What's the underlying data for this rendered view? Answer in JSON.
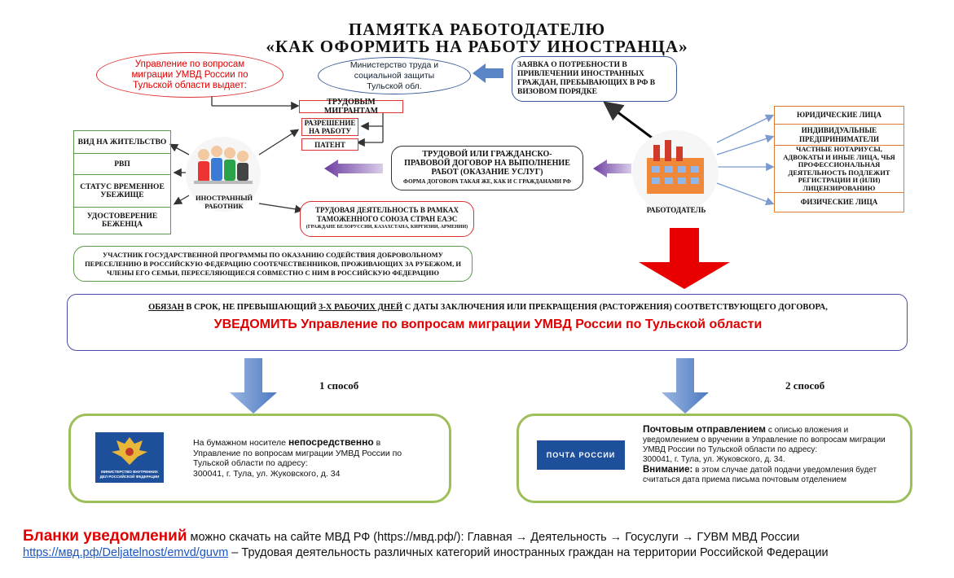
{
  "title": {
    "line1": "ПАМЯТКА РАБОТОДАТЕЛЮ",
    "line2": "«КАК ОФОРМИТЬ НА РАБОТУ ИНОСТРАНЦА»"
  },
  "umvd_ellipse": "Управление по вопросам миграции УМВД России по Тульской области выдает:",
  "ministry_ellipse": "Министерство труда и социальной защиты Тульской обл.",
  "application_box": "ЗАЯВКА О ПОТРЕБНОСТИ В ПРИВЛЕЧЕНИИ ИНОСТРАННЫХ ГРАЖДАН, ПРЕБЫВАЮЩИХ В РФ В ВИЗОВОМ ПОРЯДКЕ",
  "labor_migrants": "ТРУДОВЫМ МИГРАНТАМ",
  "work_permit": "РАЗРЕШЕНИЕ НА РАБОТУ",
  "patent": "ПАТЕНТ",
  "documents_list": [
    "ВИД НА ЖИТЕЛЬСТВО",
    "РВП",
    "СТАТУС ВРЕМЕННОЕ УБЕЖИЩЕ",
    "УДОСТОВЕРЕНИЕ БЕЖЕНЦА"
  ],
  "worker_label": "ИНОСТРАННЫЙ РАБОТНИК",
  "contract_box": {
    "main": "ТРУДОВОЙ ИЛИ ГРАЖДАНСКО-ПРАВОВОЙ ДОГОВОР НА ВЫПОЛНЕНИЕ РАБОТ (ОКАЗАНИЕ УСЛУГ)",
    "sub": "ФОРМА ДОГОВОРА ТАКАЯ ЖЕ, КАК И С ГРАЖДАНАМИ РФ"
  },
  "eaeu_box": {
    "main": "ТРУДОВАЯ ДЕЯТЕЛЬНОСТЬ В РАМКАХ ТАМОЖЕННОГО СОЮЗА СТРАН ЕАЭС",
    "sub": "(ГРАЖДАНЕ БЕЛОРУССИИ, КАЗАХСТАНА, КИРГИЗИИ, АРМЕНИИ)"
  },
  "employer_label": "РАБОТОДАТЕЛЬ",
  "employer_types": [
    "ЮРИДИЧЕСКИЕ ЛИЦА",
    "ИНДИВИДУАЛЬНЫЕ ПРЕДПРИНИМАТЕЛИ",
    "ЧАСТНЫЕ НОТАРИУСЫ, АДВОКАТЫ И ИНЫЕ ЛИЦА, ЧЬЯ ПРОФЕССИОНАЛЬНАЯ ДЕЯТЕЛЬНОСТЬ ПОДЛЕЖИТ РЕГИСТРАЦИИ И (ИЛИ) ЛИЦЕНЗИРОВАНИЮ",
    "ФИЗИЧЕСКИЕ ЛИЦА"
  ],
  "program_box": "УЧАСТНИК ГОСУДАРСТВЕННОЙ ПРОГРАММЫ ПО ОКАЗАНИЮ СОДЕЙСТВИЯ ДОБРОВОЛЬНОМУ ПЕРЕСЕЛЕНИЮ В РОССИЙСКУЮ ФЕДЕРАЦИЮ СООТЕЧЕСТВЕННИКОВ, ПРОЖИВАЮЩИХ ЗА РУБЕЖОМ, И ЧЛЕНЫ ЕГО СЕМЬИ, ПЕРЕСЕЛЯЮЩИЕСЯ СОВМЕСТНО С НИМ В РОССИЙСКУЮ ФЕДЕРАЦИЮ",
  "obligation": {
    "word1": "ОБЯЗАН",
    "part2": " В СРОК, НЕ ПРЕВЫШАЮЩИЙ ",
    "days": "3-Х РАБОЧИХ ДНЕЙ",
    "part3": " С ДАТЫ ЗАКЛЮЧЕНИЯ ИЛИ ПРЕКРАЩЕНИЯ (РАСТОРЖЕНИЯ) СООТВЕТСТВУЮЩЕГО ДОГОВОРА,",
    "notify": "УВЕДОМИТЬ Управление по вопросам миграции УМВД России по Тульской области"
  },
  "method1": {
    "label": "1 способ",
    "text_pre": "На бумажном носителе ",
    "text_bold": "непосредственно",
    "text_post": " в Управление по вопросам миграции УМВД России по Тульской области по адресу:",
    "address": "300041, г. Тула, ул. Жуковского, д. 34",
    "logo_text": "МИНИСТЕРСТВО ВНУТРЕННИХ ДЕЛ РОССИЙСКОЙ ФЕДЕРАЦИИ"
  },
  "method2": {
    "label": "2 способ",
    "text_bold": "Почтовым отправлением",
    "text_post": " с описью вложения и уведомлением о вручении в Управление по вопросам миграции УМВД России по Тульской области по адресу:",
    "address": "300041, г. Тула, ул. Жуковского, д. 34.",
    "warning_bold": "Внимание:",
    "warning_text": " в этом случае датой подачи уведомления будет считаться дата приема письма почтовым отделением",
    "logo_text": "ПОЧТА РОССИИ"
  },
  "footer": {
    "red": "Бланки уведомлений",
    "line1": " можно скачать на сайте МВД РФ (https://мвд.рф/): Главная  →  Деятельность  →  Госуслуги  →  ГУВМ МВД России",
    "link": "https://мвд.рф/Deljatelnost/emvd/guvm",
    "line2": " – Трудовая деятельность различных категорий иностранных граждан на территории Российской Федерации"
  },
  "colors": {
    "red": "#e00000",
    "green": "#5a9a4a",
    "orange": "#e07a30",
    "blue_arrow": "#6a8fc8",
    "purple_arrow": "#7a4ea6",
    "link": "#1a55c4"
  }
}
